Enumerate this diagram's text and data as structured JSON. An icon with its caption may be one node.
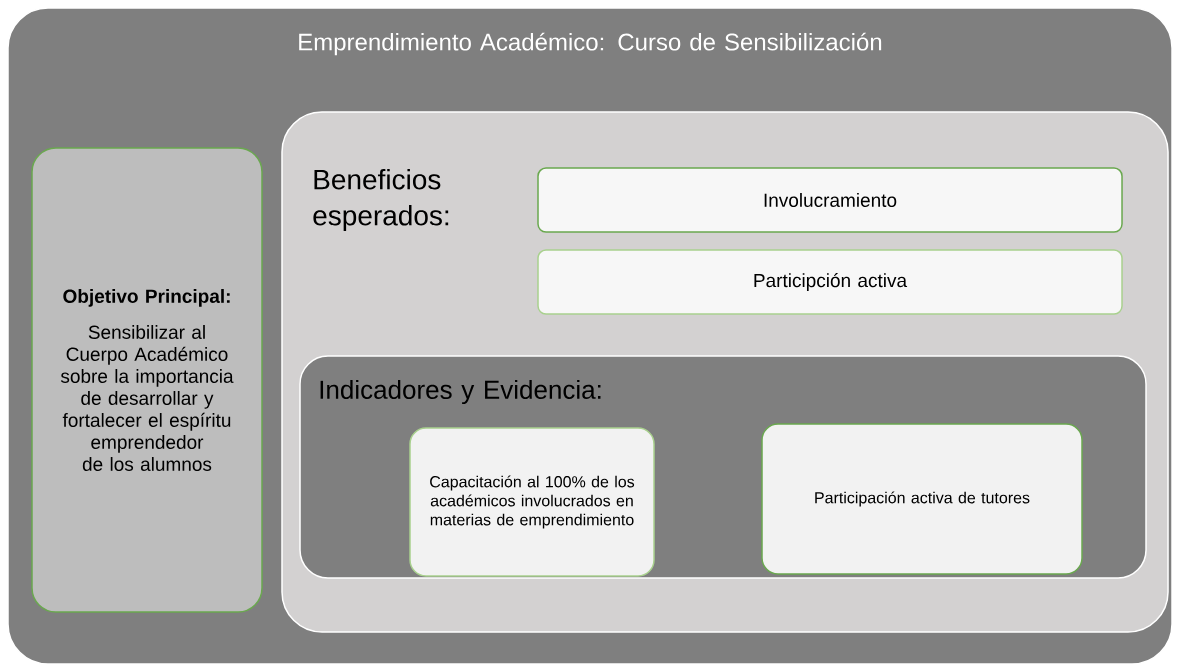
{
  "diagram": {
    "nodes": [
      {
        "text": [
          "Emprendimiento Académico: Curso de Sensibilización"
        ]
      },
      {
        "text": [
          "Objetivo Principal:",
          "Sensibilizar al Cuerpo Académico sobre la importancia de desarrollar y fortalecer el espíritu emprendedor de los alumnos"
        ],
        "in": 0
      },
      {
        "text": [
          "Beneficios esperados:"
        ],
        "in": 0
      },
      {
        "text": [
          "Involucramiento"
        ],
        "in": 2
      },
      {
        "text": [
          "Participción activa"
        ],
        "in": 2
      },
      {
        "text": [
          "Indicadores y Evidencia:"
        ],
        "in": 2
      },
      {
        "text": [
          "Capacitación al 100% de los académicos involucrados en materias de emprendimiento"
        ],
        "in": 5
      },
      {
        "text": [
          "Participación activa de tutores"
        ],
        "in": 5
      }
    ]
  }
}
